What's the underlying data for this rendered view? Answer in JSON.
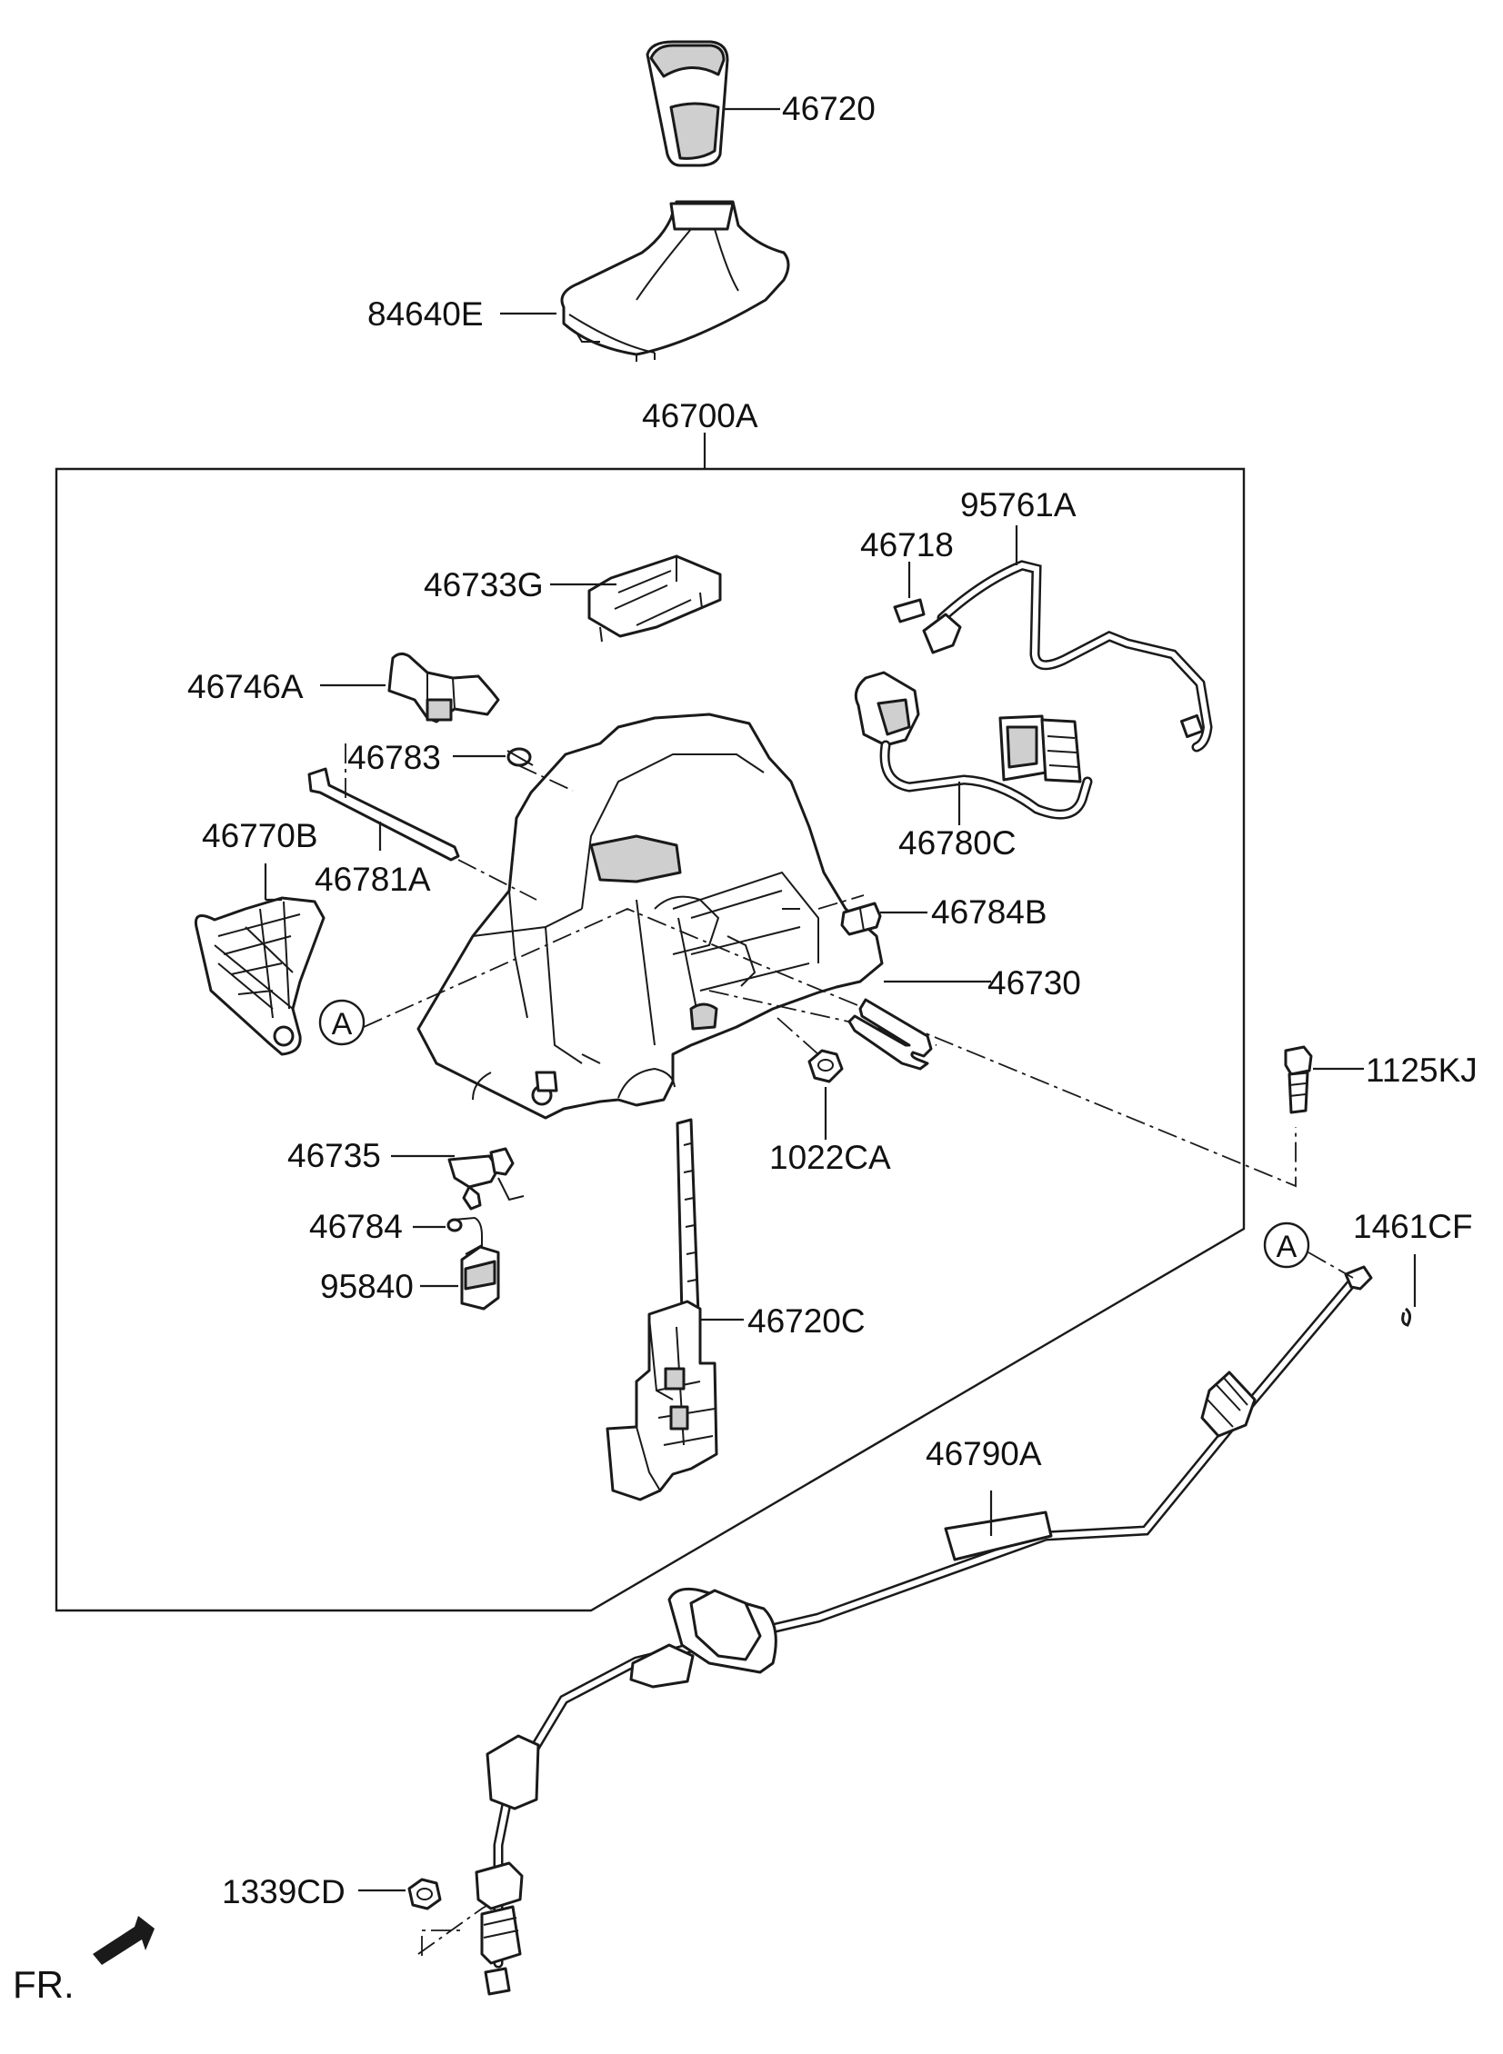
{
  "labels": {
    "p46720": "46720",
    "p84640E": "84640E",
    "p46700A": "46700A",
    "p95761A": "95761A",
    "p46718": "46718",
    "p46733G": "46733G",
    "p46746A": "46746A",
    "p46783": "46783",
    "p46770B": "46770B",
    "p46781A": "46781A",
    "p46780C": "46780C",
    "p46784B": "46784B",
    "p46730": "46730",
    "p1125KJ": "1125KJ",
    "p46735": "46735",
    "p1022CA": "1022CA",
    "p46784": "46784",
    "p95840": "95840",
    "p1461CF": "1461CF",
    "p46720C": "46720C",
    "p46790A": "46790A",
    "p1339CD": "1339CD",
    "callout_a1": "A",
    "callout_a2": "A",
    "front": "FR."
  }
}
